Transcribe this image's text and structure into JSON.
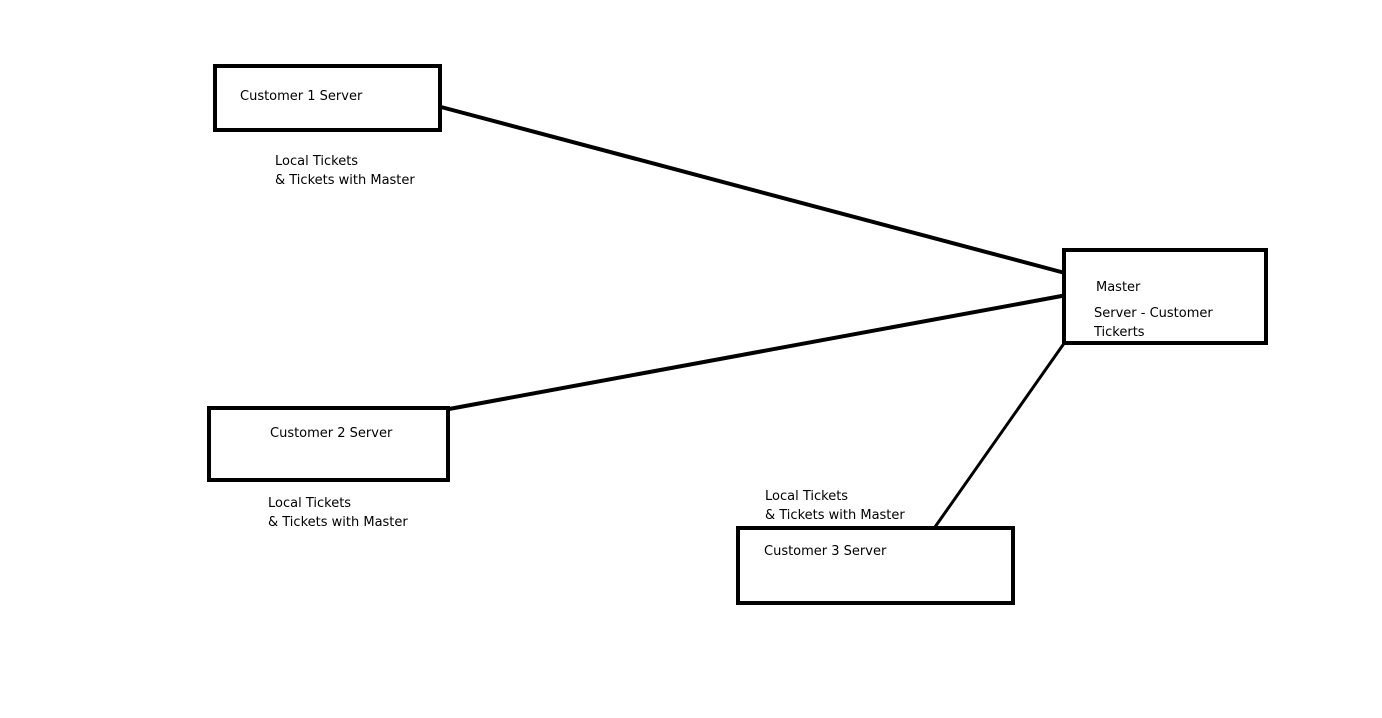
{
  "colors": {
    "line": "#000000",
    "background": "#ffffff"
  },
  "nodes": {
    "customer1": {
      "label": "Customer 1 Server"
    },
    "customer2": {
      "label": "Customer 2 Server"
    },
    "customer3": {
      "label": "Customer 3 Server"
    },
    "master": {
      "label": "Master",
      "sub_line1": "Server - Customer",
      "sub_line2": "Tickerts"
    }
  },
  "notes": {
    "customer1": {
      "line1": "Local Tickets",
      "line2": "& Tickets with Master"
    },
    "customer2": {
      "line1": "Local Tickets",
      "line2": "& Tickets with Master"
    },
    "customer3": {
      "line1": "Local Tickets",
      "line2": "& Tickets with Master"
    }
  },
  "edges": [
    {
      "from": "customer1",
      "to": "master"
    },
    {
      "from": "customer2",
      "to": "master"
    },
    {
      "from": "customer3",
      "to": "master"
    }
  ]
}
